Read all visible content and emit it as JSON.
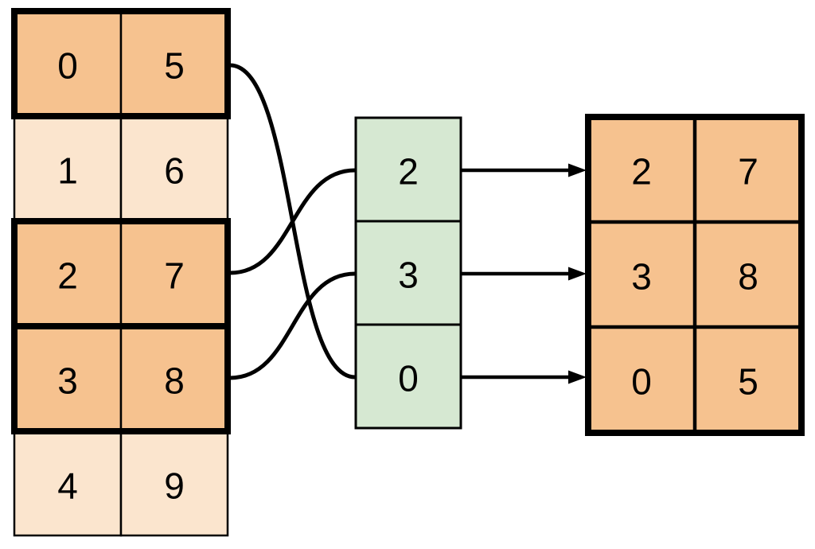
{
  "colors": {
    "highlight_fill": "#F6C28F",
    "muted_fill": "#FBE5CE",
    "index_fill": "#D6E8D2",
    "line": "#000000",
    "background": "#FFFFFF"
  },
  "source_table": {
    "rows": [
      {
        "cells": [
          "0",
          "5"
        ],
        "highlighted": true
      },
      {
        "cells": [
          "1",
          "6"
        ],
        "highlighted": false
      },
      {
        "cells": [
          "2",
          "7"
        ],
        "highlighted": true
      },
      {
        "cells": [
          "3",
          "8"
        ],
        "highlighted": true
      },
      {
        "cells": [
          "4",
          "9"
        ],
        "highlighted": false
      }
    ]
  },
  "index_column": {
    "values": [
      "2",
      "3",
      "0"
    ]
  },
  "result_table": {
    "rows": [
      {
        "cells": [
          "2",
          "7"
        ]
      },
      {
        "cells": [
          "3",
          "8"
        ]
      },
      {
        "cells": [
          "0",
          "5"
        ]
      }
    ]
  },
  "connections": [
    {
      "source_row": 2,
      "index_cell": 0
    },
    {
      "source_row": 3,
      "index_cell": 1
    },
    {
      "source_row": 0,
      "index_cell": 2
    }
  ],
  "arrows": [
    {
      "index_cell": 0,
      "result_row": 0
    },
    {
      "index_cell": 1,
      "result_row": 1
    },
    {
      "index_cell": 2,
      "result_row": 2
    }
  ]
}
